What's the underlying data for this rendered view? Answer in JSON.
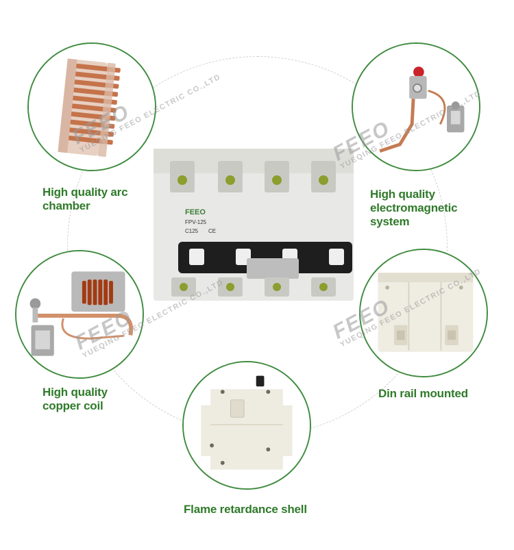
{
  "features": [
    {
      "label": "High quality arc\nchamber",
      "icon": "arc-chamber"
    },
    {
      "label": "High quality\nelectromagnetic\nsystem",
      "icon": "electromagnetic-system"
    },
    {
      "label": "High quality\ncopper coil",
      "icon": "copper-coil"
    },
    {
      "label": "Din rail mounted",
      "icon": "din-rail-back"
    },
    {
      "label": "Flame retardance shell",
      "icon": "breaker-shell"
    }
  ],
  "watermark": {
    "brand": "FEEO",
    "company": "YUEQING FEEO ELECTRIC CO.,LTD"
  },
  "product": {
    "brand": "FEEO",
    "model": "FPV-125",
    "rating": "C125",
    "ce_mark": "CE"
  },
  "colors": {
    "label_green": "#2f7a2a",
    "ring_green": "#3f8b3f",
    "copper": "#c9825a",
    "housing": "#e8e8e6"
  }
}
